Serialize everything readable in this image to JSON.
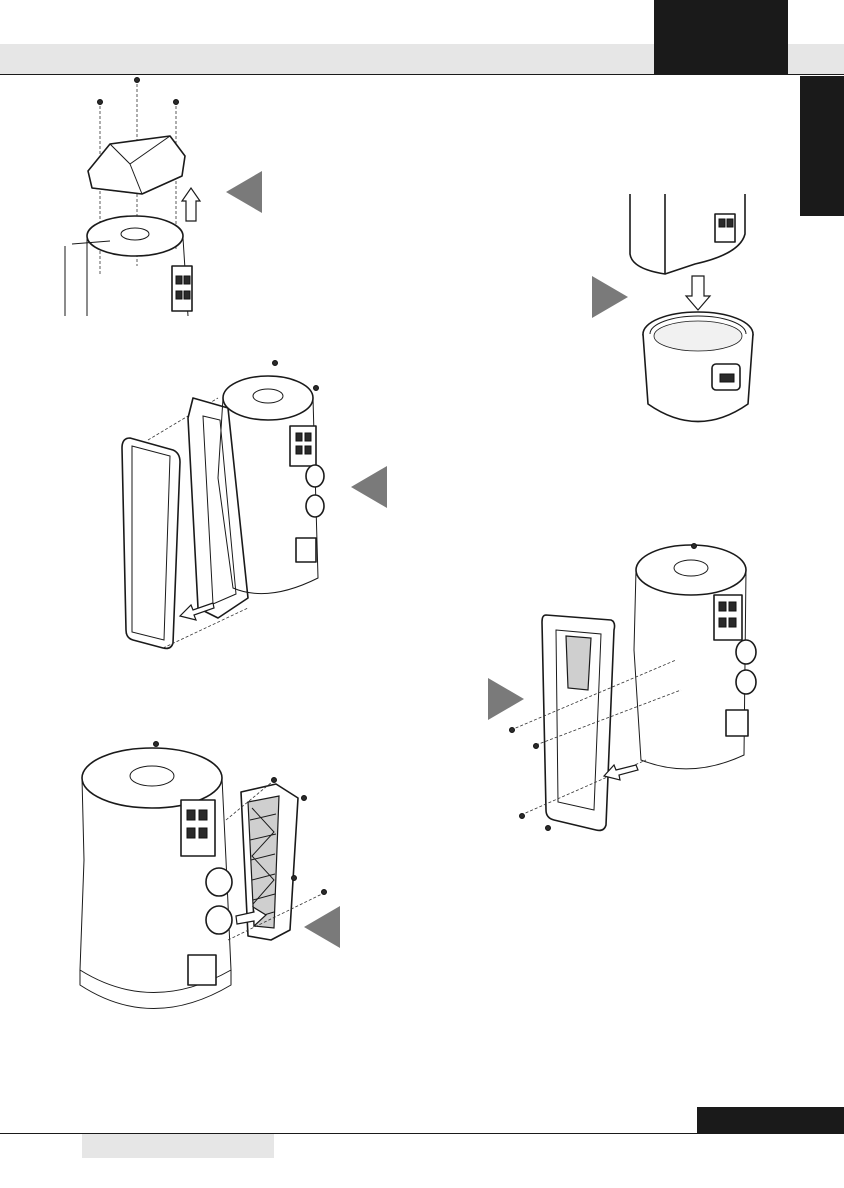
{
  "page": {
    "header_title": "",
    "section_tab": "",
    "page_number": "",
    "footer_text": ""
  },
  "figures": [
    {
      "id": "fig-top-cover-removal",
      "step_marker": "left-pointing"
    },
    {
      "id": "fig-bin-removal",
      "step_marker": "right-pointing"
    },
    {
      "id": "fig-side-panel-removal",
      "step_marker": "left-pointing"
    },
    {
      "id": "fig-back-frame-removal",
      "step_marker": "right-pointing"
    },
    {
      "id": "fig-grille-removal",
      "step_marker": "left-pointing"
    }
  ],
  "colors": {
    "dark_band": "#1a1a1a",
    "light_band": "#e6e6e6",
    "step_marker": "#7a7a7a"
  }
}
